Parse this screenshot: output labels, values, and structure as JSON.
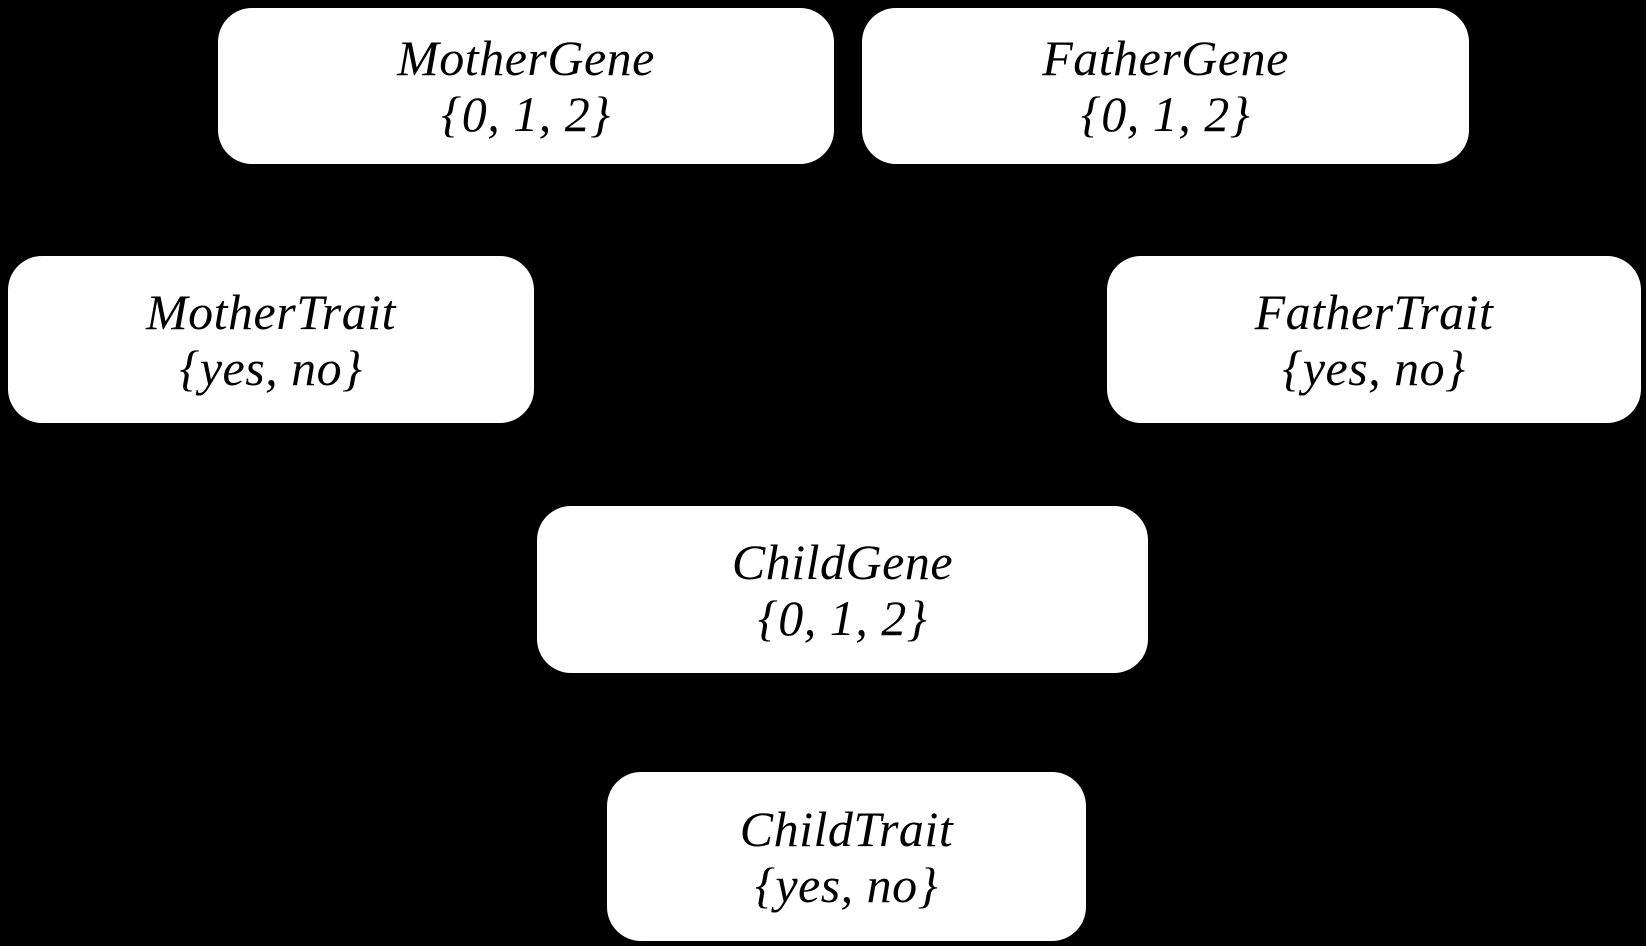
{
  "diagram": {
    "type": "bayesian-network",
    "background_color": "#000000",
    "node_fill_color": "#ffffff",
    "node_text_color": "#000000",
    "nodes": [
      {
        "id": "mother-gene",
        "label": "MotherGene",
        "domain": "{0, 1, 2}",
        "values": [
          "0",
          "1",
          "2"
        ]
      },
      {
        "id": "father-gene",
        "label": "FatherGene",
        "domain": "{0, 1, 2}",
        "values": [
          "0",
          "1",
          "2"
        ]
      },
      {
        "id": "mother-trait",
        "label": "MotherTrait",
        "domain": "{yes, no}",
        "values": [
          "yes",
          "no"
        ]
      },
      {
        "id": "father-trait",
        "label": "FatherTrait",
        "domain": "{yes, no}",
        "values": [
          "yes",
          "no"
        ]
      },
      {
        "id": "child-gene",
        "label": "ChildGene",
        "domain": "{0, 1, 2}",
        "values": [
          "0",
          "1",
          "2"
        ]
      },
      {
        "id": "child-trait",
        "label": "ChildTrait",
        "domain": "{yes, no}",
        "values": [
          "yes",
          "no"
        ]
      }
    ]
  }
}
